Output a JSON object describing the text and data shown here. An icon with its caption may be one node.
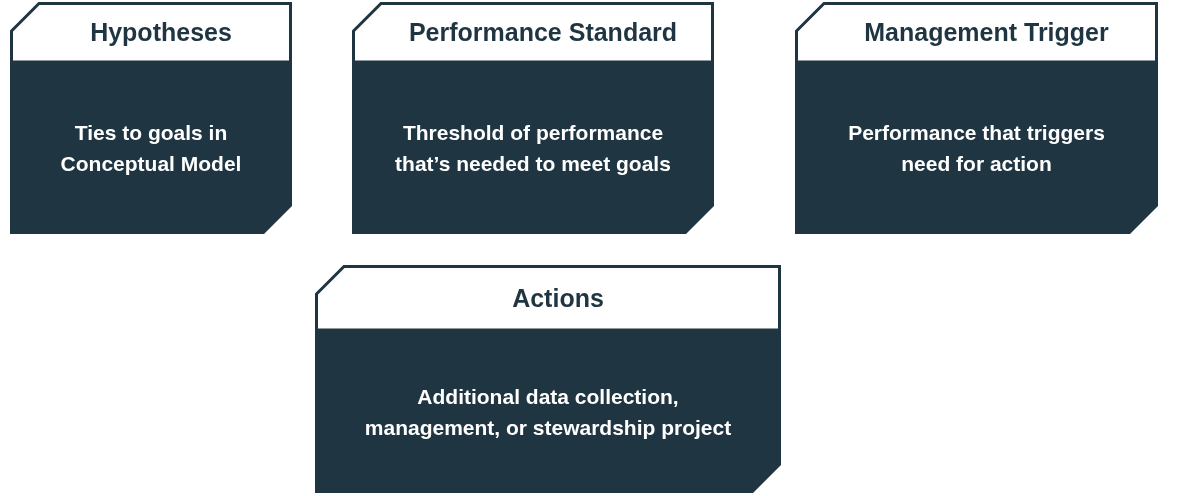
{
  "diagram": {
    "nodes": [
      {
        "text": [
          "Hypotheses",
          "Ties to goals in Conceptual Model"
        ]
      },
      {
        "text": [
          "Performance Standard",
          "Threshold of performance that’s needed to meet goals"
        ]
      },
      {
        "text": [
          "Management Trigger",
          "Performance that triggers need for action"
        ]
      },
      {
        "text": [
          "Actions",
          "Additional data collection, management, or stewardship project"
        ]
      }
    ],
    "edges": []
  }
}
